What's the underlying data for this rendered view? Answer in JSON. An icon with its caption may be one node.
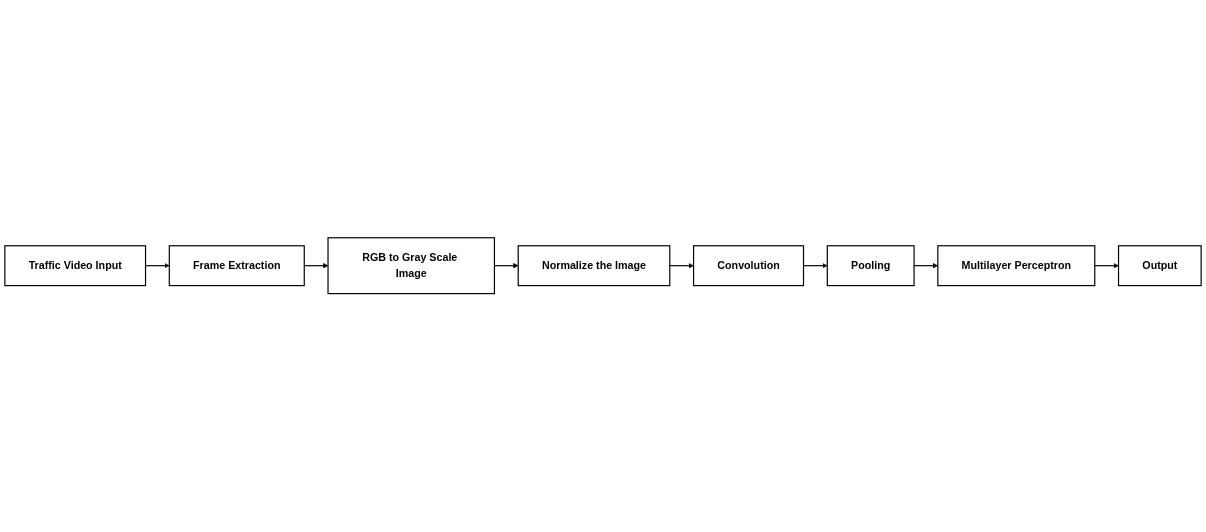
{
  "diagram": {
    "nodes": [
      {
        "text": [
          "Traffic Video Input"
        ]
      },
      {
        "text": [
          "Frame Extraction"
        ]
      },
      {
        "text": [
          "RGB to Gray Scale Image"
        ]
      },
      {
        "text": [
          "Normalize the Image"
        ]
      },
      {
        "text": [
          "Convolution"
        ]
      },
      {
        "text": [
          "Pooling"
        ]
      },
      {
        "text": [
          "Multilayer Perceptron"
        ]
      },
      {
        "text": [
          "Output"
        ]
      }
    ],
    "edges": [
      {
        "from": 0,
        "to": 1,
        "arrow": "to"
      },
      {
        "from": 1,
        "to": 2,
        "arrow": "to"
      },
      {
        "from": 2,
        "to": 3,
        "arrow": "to"
      },
      {
        "from": 3,
        "to": 4,
        "arrow": "to"
      },
      {
        "from": 4,
        "to": 5,
        "arrow": "to"
      },
      {
        "from": 5,
        "to": 6,
        "arrow": "to"
      },
      {
        "from": 6,
        "to": 7,
        "arrow": "to"
      }
    ]
  }
}
